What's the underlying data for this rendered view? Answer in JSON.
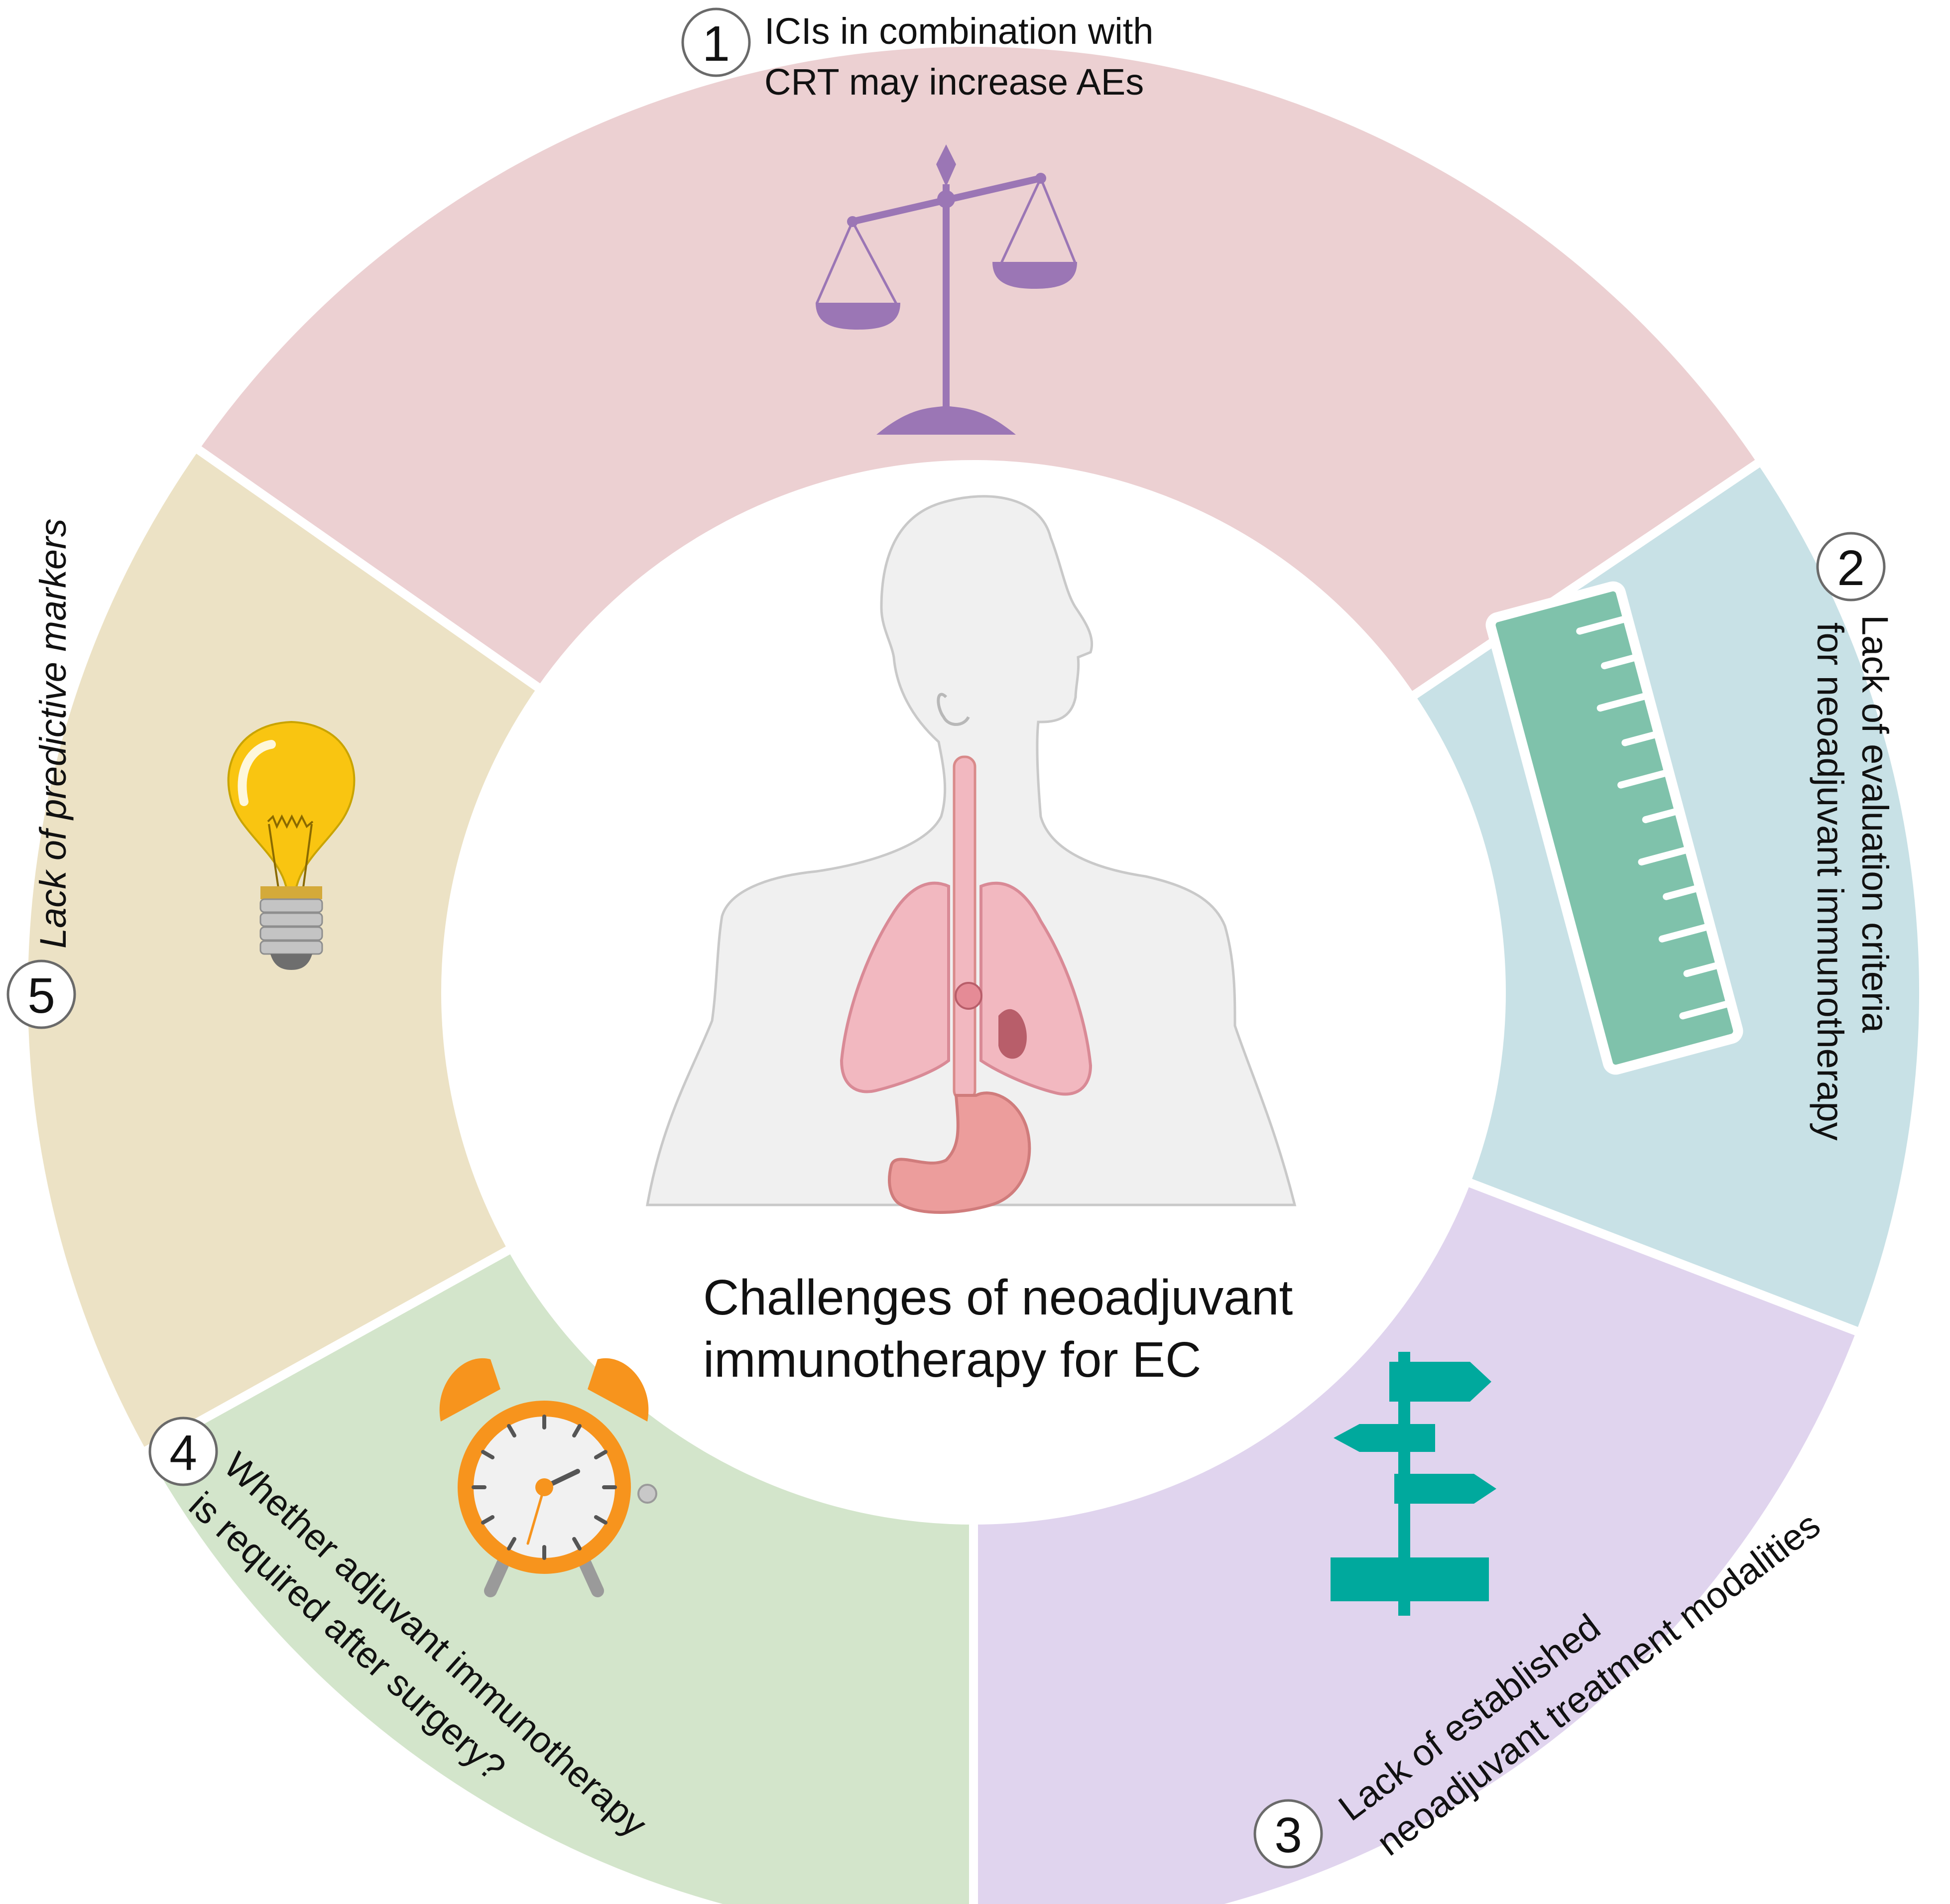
{
  "center": {
    "title_line1": "Challenges of neoadjuvant",
    "title_line2": "immunotherapy for EC"
  },
  "challenges": [
    {
      "number": "1",
      "line1": "ICIs in combination with",
      "line2": "CRT may increase AEs",
      "color": "#ecd0d2",
      "icon": "balance-scale-icon"
    },
    {
      "number": "2",
      "line1": "Lack of evaluation criteria",
      "line2": "for neoadjuvant immunotherapy",
      "color": "#c8e1e6",
      "icon": "ruler-icon"
    },
    {
      "number": "3",
      "line1": "Lack of established",
      "line2": "neoadjuvant treatment modalities",
      "color": "#e0d4ee",
      "icon": "signpost-icon"
    },
    {
      "number": "4",
      "line1": "Whether adjuvant immunotherapy",
      "line2": "is required after surgery?",
      "color": "#d3e5cb",
      "icon": "alarm-clock-icon"
    },
    {
      "number": "5",
      "line1": "Lack of  predictive markers",
      "line2": "",
      "color": "#ece2c5",
      "icon": "light-bulb-icon"
    }
  ],
  "colors": {
    "scale": "#9b76b5",
    "ruler": "#7fc2ab",
    "signpost": "#00a99d",
    "clock": "#f7941d",
    "bulb": "#f9c511",
    "body": "#f0f0f0",
    "lungs": "#f2b8c0",
    "stomach": "#ec9d9c"
  }
}
